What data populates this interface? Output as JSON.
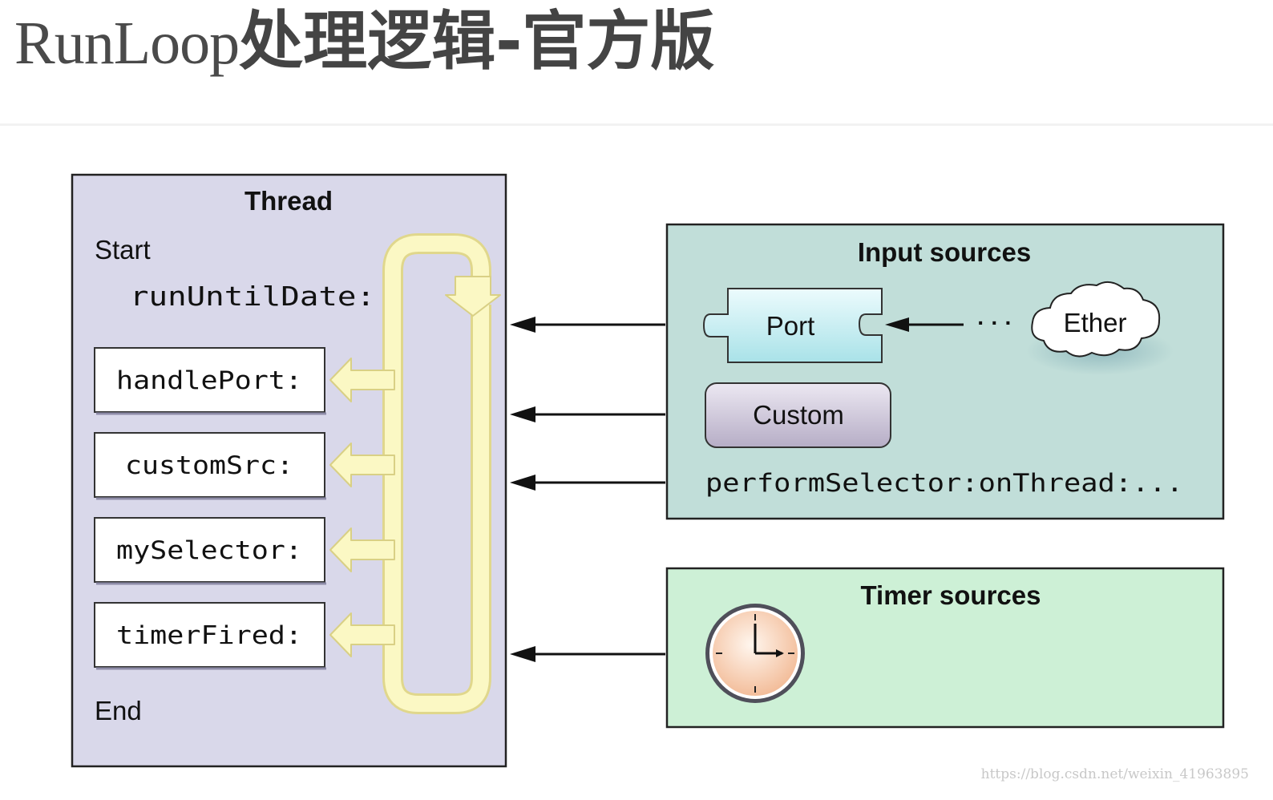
{
  "page": {
    "title_en": "RunLoop",
    "title_zh": "处理逻辑-官方版",
    "watermark": "https://blog.csdn.net/weixin_41963895"
  },
  "thread": {
    "title": "Thread",
    "start": "Start",
    "run": "runUntilDate:",
    "handlers": [
      "handlePort:",
      "customSrc:",
      "mySelector:",
      "timerFired:"
    ],
    "end": "End"
  },
  "input_sources": {
    "title": "Input sources",
    "port": "Port",
    "ellipsis": "· · ·",
    "ether": "Ether",
    "custom": "Custom",
    "perform": "performSelector:onThread:..."
  },
  "timer_sources": {
    "title": "Timer sources",
    "clock_icon": "clock-icon"
  },
  "colors": {
    "thread_bg": "#d9d8ea",
    "input_bg": "#c1ded9",
    "timer_bg": "#cdf0d6",
    "loop_fill": "#fbf8c4",
    "loop_stroke": "#e3dc8a",
    "port_fill": "#c4ecf0",
    "custom_fill": "#cdc6d8",
    "clock_fill": "#f8d6be"
  }
}
